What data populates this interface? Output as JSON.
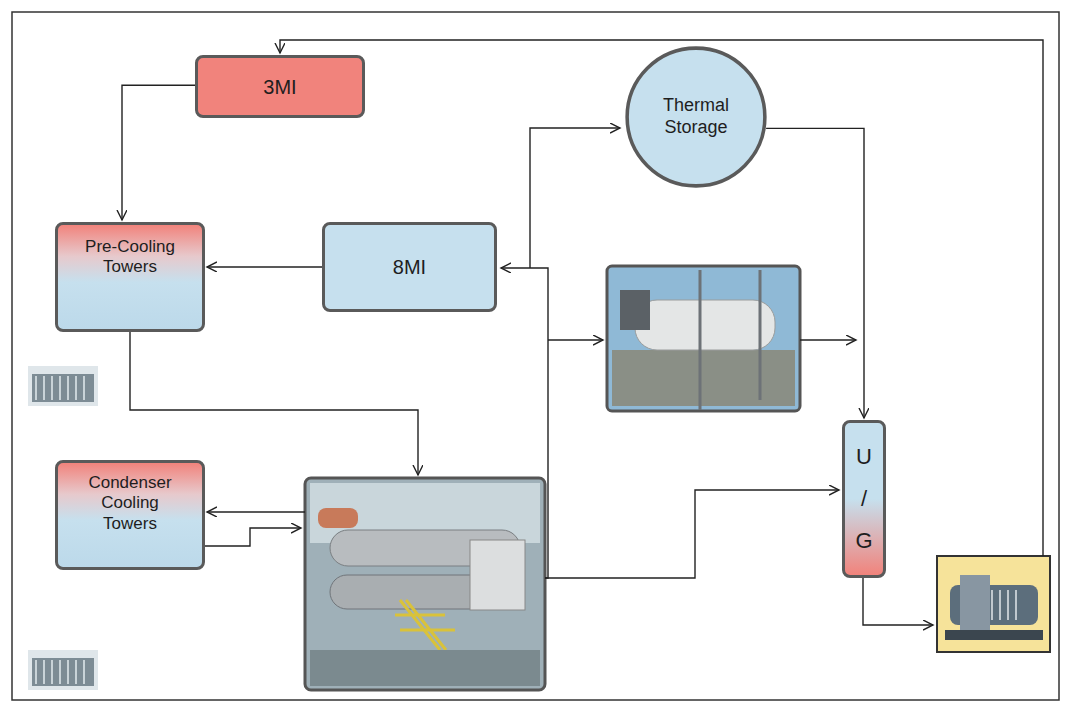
{
  "diagram": {
    "nodes": [
      {
        "text": [
          "3MI"
        ]
      },
      {
        "text": [
          "Pre-Cooling Towers"
        ]
      },
      {
        "text": [
          "8MI"
        ]
      },
      {
        "text": [
          "Thermal Storage"
        ]
      },
      {
        "text": [
          "U / G"
        ]
      },
      {
        "text": [
          "Condenser Cooling Towers"
        ]
      }
    ],
    "edges": [
      {
        "from": 0,
        "to": 1,
        "arrow": "to"
      },
      {
        "from": 2,
        "to": 1,
        "arrow": "to"
      },
      {
        "from": 3,
        "to": 4,
        "arrow": "to"
      }
    ]
  }
}
